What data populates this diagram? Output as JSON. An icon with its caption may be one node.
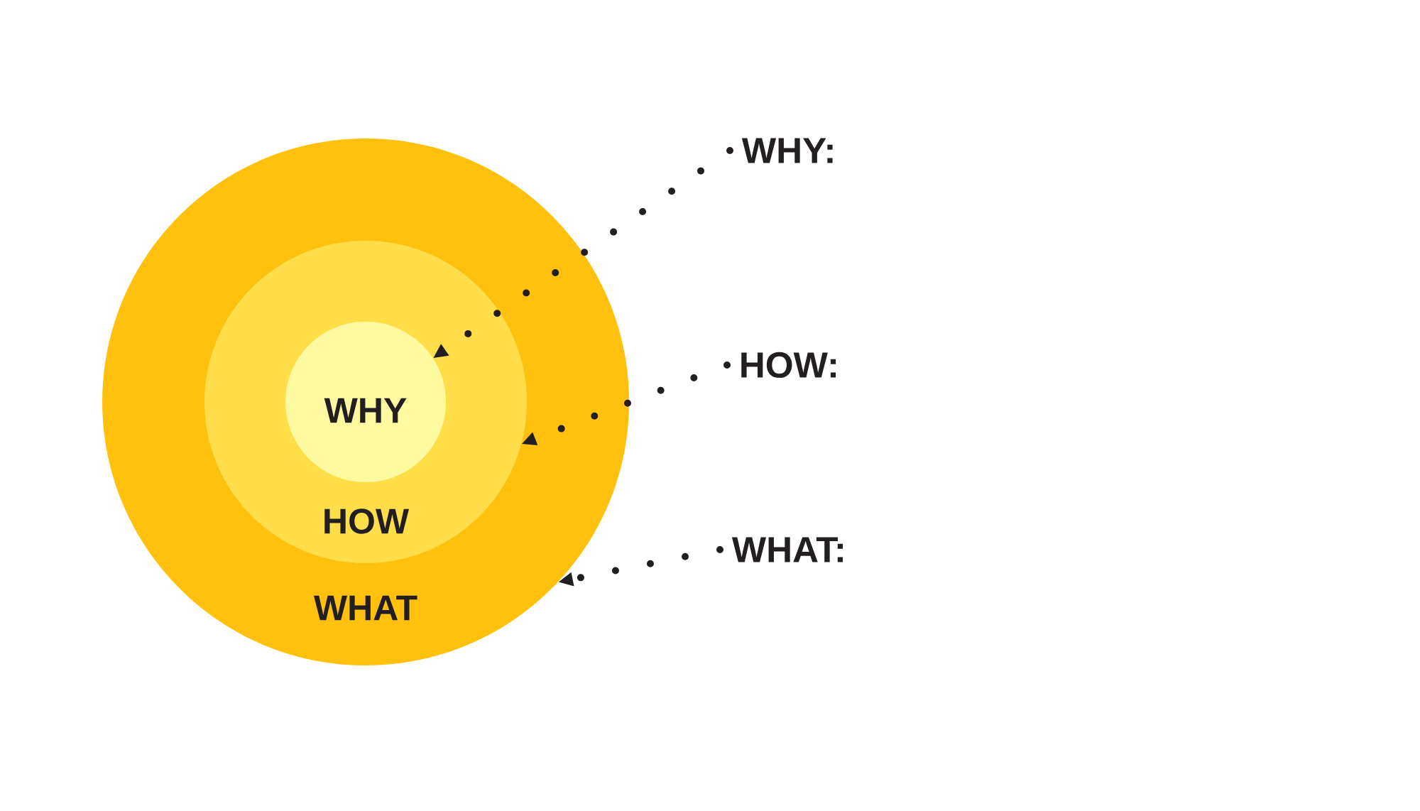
{
  "diagram": {
    "nodes": [
      {
        "text": [
          "WHAT"
        ]
      },
      {
        "text": [
          "HOW"
        ],
        "in": 0
      },
      {
        "text": [
          "WHY"
        ],
        "in": 1
      },
      {
        "text": [
          "WHY:"
        ]
      },
      {
        "text": [
          "HOW:"
        ]
      },
      {
        "text": [
          "WHAT:"
        ]
      }
    ],
    "edges": [
      {
        "from": 3,
        "to": 2,
        "arrow": "to"
      },
      {
        "from": 4,
        "to": 1,
        "arrow": "to"
      },
      {
        "from": 5,
        "to": 0,
        "arrow": "to"
      }
    ]
  }
}
